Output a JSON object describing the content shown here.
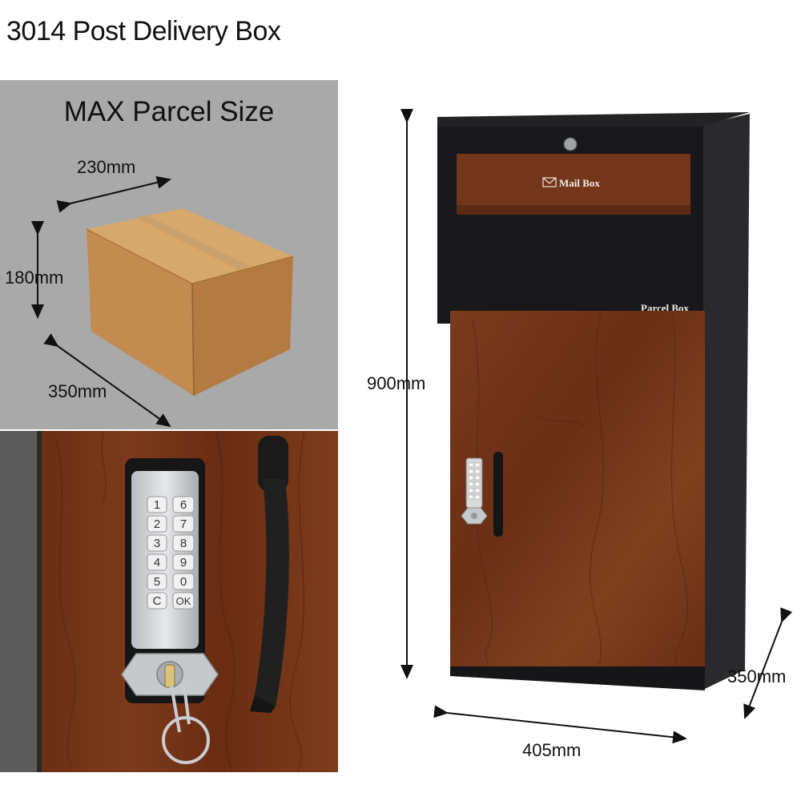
{
  "page_title": "3014 Post Delivery Box",
  "parcel_panel": {
    "heading": "MAX Parcel Size",
    "width_label": "230mm",
    "height_label": "180mm",
    "depth_label": "350mm"
  },
  "keypad": {
    "left_column": [
      "1",
      "2",
      "3",
      "4",
      "5",
      "C"
    ],
    "right_column": [
      "6",
      "7",
      "8",
      "9",
      "0",
      "OK"
    ]
  },
  "product": {
    "mailbox_label": "Mail Box",
    "parcelbox_label": "Parcel Box",
    "height_label": "900mm",
    "width_label": "405mm",
    "depth_label": "350mm"
  },
  "colors": {
    "wood": "#7a3a1c",
    "wood_dark": "#5a2812",
    "cabinet_black": "#1b1b1d",
    "panel_gray": "#a9a9a9",
    "cardboard": "#c9955a"
  }
}
